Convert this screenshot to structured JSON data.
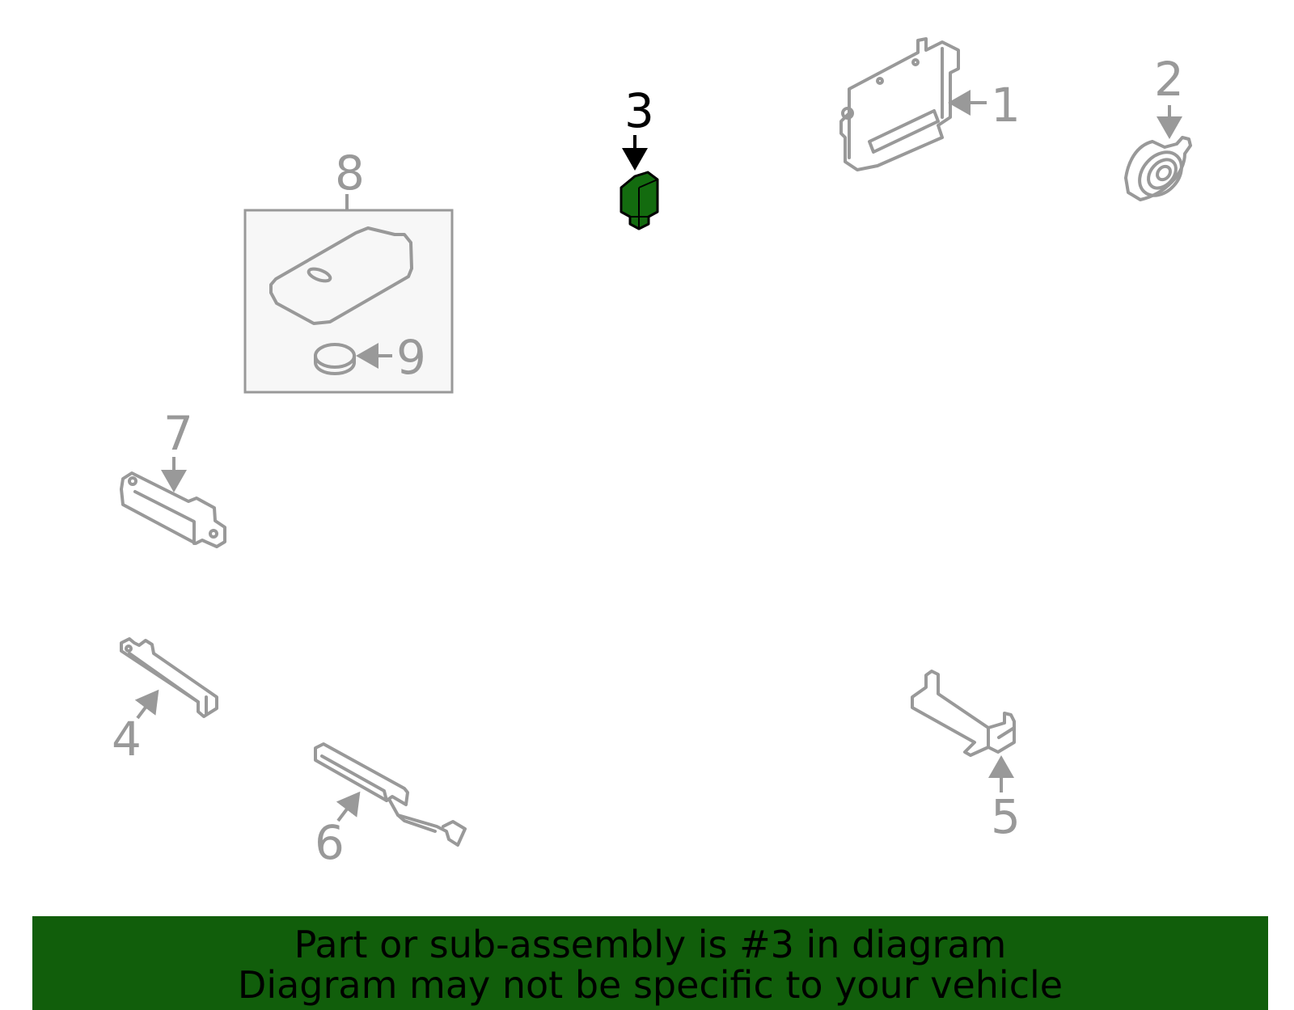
{
  "callouts": {
    "c1": "1",
    "c2": "2",
    "c3": "3",
    "c4": "4",
    "c5": "5",
    "c6": "6",
    "c7": "7",
    "c8": "8",
    "c9": "9"
  },
  "highlighted_part": "3",
  "colors": {
    "highlight_fill": "#136b0f",
    "banner_bg": "#115e0b",
    "part_stroke": "#999999"
  },
  "banner": {
    "line1": "Part or sub-assembly is #3 in diagram",
    "line2": "Diagram may not be specific to your vehicle"
  }
}
